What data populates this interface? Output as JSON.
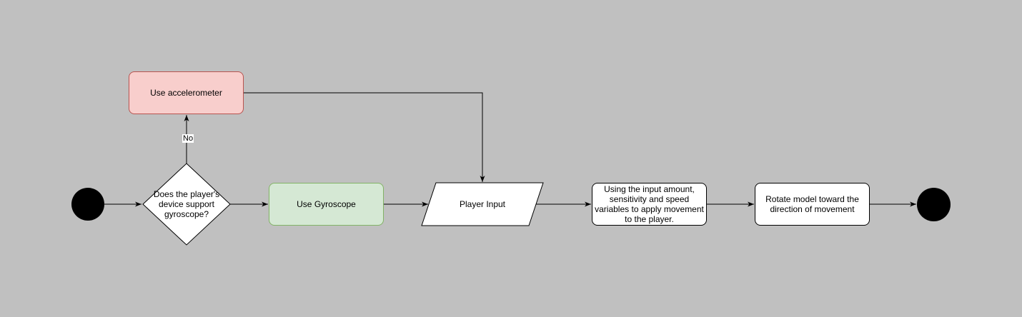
{
  "colors": {
    "background": "#c0c0c0",
    "accelerometer_fill": "#f8cecc",
    "accelerometer_stroke": "#b85450",
    "gyroscope_fill": "#d5e8d4",
    "gyroscope_stroke": "#82b366"
  },
  "nodes": {
    "start": {
      "shape": "filled-circle"
    },
    "decision": {
      "shape": "diamond",
      "text": "Does the player's device support gyroscope?"
    },
    "accelerometer": {
      "shape": "rounded-rectangle",
      "text": "Use accelerometer"
    },
    "gyroscope": {
      "shape": "rounded-rectangle",
      "text": "Use Gyroscope"
    },
    "player_input": {
      "shape": "parallelogram",
      "text": "Player Input"
    },
    "apply_movement": {
      "shape": "rounded-rectangle",
      "text": "Using the input amount, sensitivity and speed variables to apply movement to the player."
    },
    "rotate_model": {
      "shape": "rounded-rectangle",
      "text": "Rotate model toward the direction of movement"
    },
    "end": {
      "shape": "filled-circle"
    }
  },
  "edges": {
    "decision_to_accelerometer_label": "No"
  }
}
